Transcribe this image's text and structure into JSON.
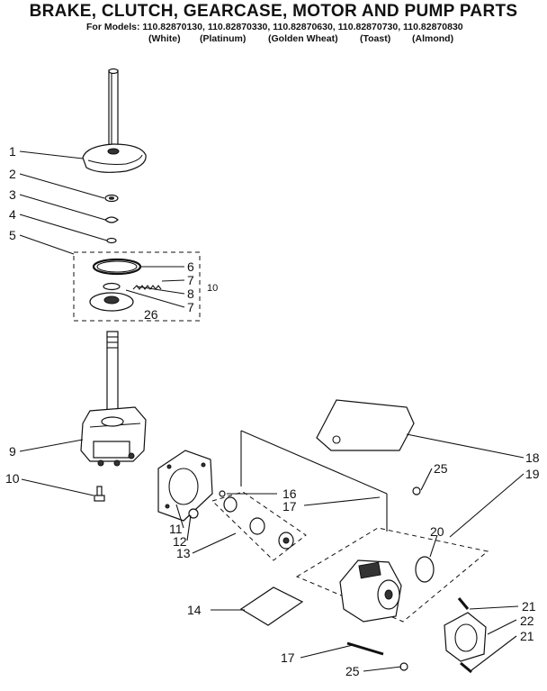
{
  "header": {
    "title": "BRAKE, CLUTCH, GEARCASE, MOTOR AND PUMP PARTS",
    "models_line": "For Models: 110.82870130, 110.82870330, 110.82870630, 110.82870730, 110.82870830",
    "colors": [
      "(White)",
      "(Platinum)",
      "(Golden Wheat)",
      "(Toast)",
      "(Almond)"
    ]
  },
  "callouts": {
    "c1": "1",
    "c2": "2",
    "c3": "3",
    "c4": "4",
    "c5": "5",
    "c6": "6",
    "c7a": "7",
    "c8": "8",
    "c7b": "7",
    "c10a": "10",
    "c26": "26",
    "c9": "9",
    "c10b": "10",
    "c11": "11",
    "c12": "12",
    "c13": "13",
    "c14": "14",
    "c16": "16",
    "c17a": "17",
    "c17b": "17",
    "c18": "18",
    "c19": "19",
    "c20": "20",
    "c21a": "21",
    "c21b": "21",
    "c22": "22",
    "c25a": "25",
    "c25b": "25"
  }
}
